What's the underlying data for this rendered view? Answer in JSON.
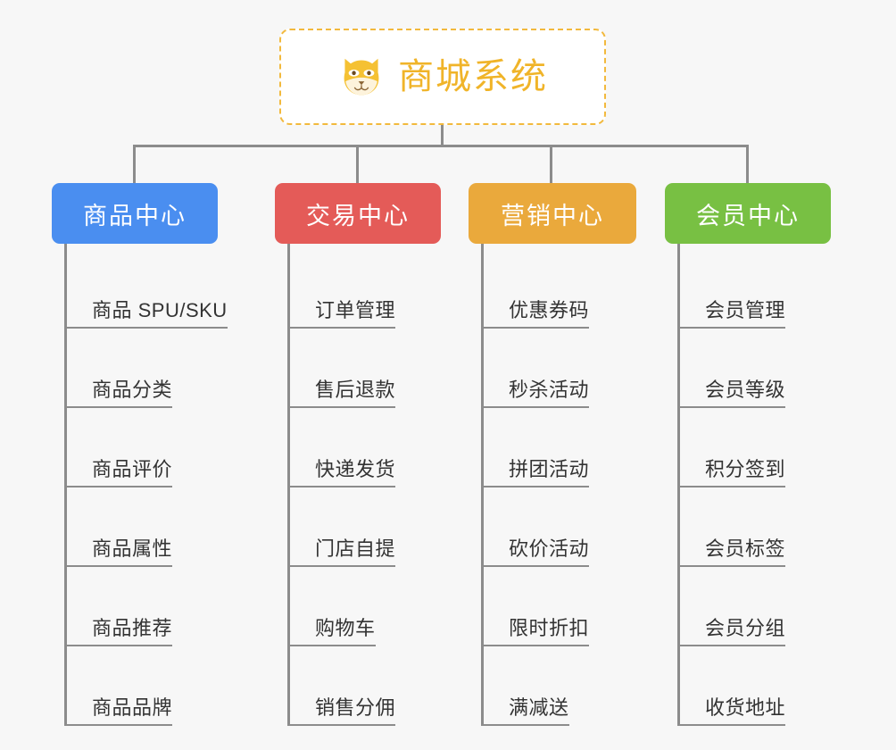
{
  "root": {
    "title": "商城系统",
    "icon": "shiba-dog-face-icon",
    "border_color": "#f2b93d",
    "text_color": "#f0b429"
  },
  "canvas": {
    "background": "#f7f7f7",
    "connector_color": "#8c8c8c"
  },
  "columns": [
    {
      "label": "商品中心",
      "color": "#4a8ef0",
      "items": [
        "商品 SPU/SKU",
        "商品分类",
        "商品评价",
        "商品属性",
        "商品推荐",
        "商品品牌"
      ]
    },
    {
      "label": "交易中心",
      "color": "#e45b58",
      "items": [
        "订单管理",
        "售后退款",
        "快递发货",
        "门店自提",
        "购物车",
        "销售分佣"
      ]
    },
    {
      "label": "营销中心",
      "color": "#eaa93c",
      "items": [
        "优惠券码",
        "秒杀活动",
        "拼团活动",
        "砍价活动",
        "限时折扣",
        "满减送"
      ]
    },
    {
      "label": "会员中心",
      "color": "#78c043",
      "items": [
        "会员管理",
        "会员等级",
        "积分签到",
        "会员标签",
        "会员分组",
        "收货地址"
      ]
    }
  ]
}
